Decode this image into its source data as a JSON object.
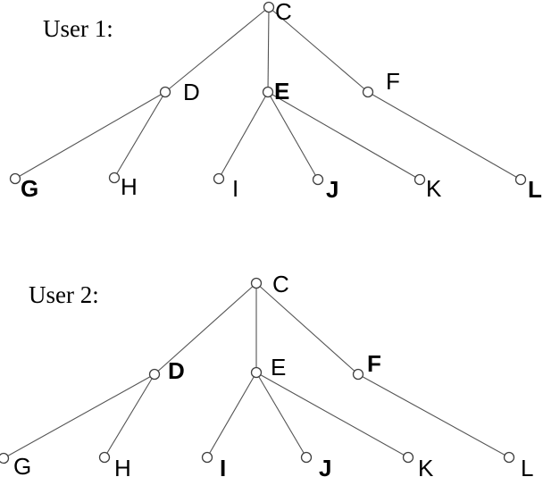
{
  "figure": {
    "background": "#ffffff",
    "line_color": "#545454",
    "text_color": "#000000"
  },
  "trees": [
    {
      "title": "User 1:",
      "nodes": [
        {
          "label": "C",
          "bold": false
        },
        {
          "label": "D",
          "bold": false
        },
        {
          "label": "E",
          "bold": true
        },
        {
          "label": "F",
          "bold": false
        },
        {
          "label": "G",
          "bold": true
        },
        {
          "label": "H",
          "bold": false
        },
        {
          "label": "I",
          "bold": false
        },
        {
          "label": "J",
          "bold": true
        },
        {
          "label": "K",
          "bold": false
        },
        {
          "label": "L",
          "bold": true
        }
      ],
      "edges": [
        [
          "C",
          "D"
        ],
        [
          "C",
          "E"
        ],
        [
          "C",
          "F"
        ],
        [
          "D",
          "G"
        ],
        [
          "D",
          "H"
        ],
        [
          "E",
          "I"
        ],
        [
          "E",
          "J"
        ],
        [
          "E",
          "K"
        ],
        [
          "F",
          "L"
        ]
      ]
    },
    {
      "title": "User 2:",
      "nodes": [
        {
          "label": "C",
          "bold": false
        },
        {
          "label": "D",
          "bold": true
        },
        {
          "label": "E",
          "bold": false
        },
        {
          "label": "F",
          "bold": true
        },
        {
          "label": "G",
          "bold": false
        },
        {
          "label": "H",
          "bold": false
        },
        {
          "label": "I",
          "bold": true
        },
        {
          "label": "J",
          "bold": true
        },
        {
          "label": "K",
          "bold": false
        },
        {
          "label": "L",
          "bold": false
        }
      ],
      "edges": [
        [
          "C",
          "D"
        ],
        [
          "C",
          "E"
        ],
        [
          "C",
          "F"
        ],
        [
          "D",
          "G"
        ],
        [
          "D",
          "H"
        ],
        [
          "E",
          "I"
        ],
        [
          "E",
          "J"
        ],
        [
          "E",
          "K"
        ],
        [
          "F",
          "L"
        ]
      ]
    }
  ]
}
